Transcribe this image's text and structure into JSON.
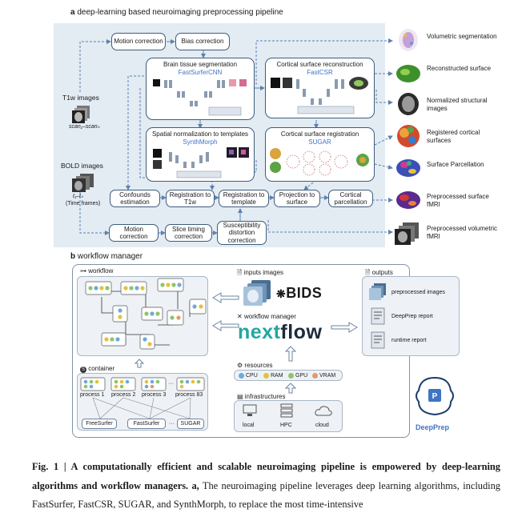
{
  "panel_a": {
    "title_letter": "a",
    "title": "deep-learning based neuroimaging preprocessing pipeline",
    "inputs": {
      "t1w": "T1w images",
      "t1w_scans": "scan₁–scanₙ",
      "bold": "BOLD images",
      "bold_frames": "t₁–tₙ",
      "bold_frames_note": "(Time frames)"
    },
    "steps": {
      "motion_correction_top": "Motion correction",
      "bias_correction": "Bias correction",
      "brain_tissue_seg": "Brain tissue segmentation",
      "fastsurfercnn": "FastSurferCNN",
      "cortical_recon": "Cortical surface reconstruction",
      "fastcsr": "FastCSR",
      "spatial_norm": "Spatial normalization to templates",
      "synthmorph": "SynthMorph",
      "cortical_reg": "Cortical surface registration",
      "sugar": "SUGAR",
      "confounds": "Confounds estimation",
      "reg_t1w": "Registration to T1w",
      "reg_template": "Registration to template",
      "projection": "Projection to surface",
      "cortical_parc": "Cortical parcellation",
      "motion_correction_bottom": "Motion correction",
      "slice_timing": "Slice timing correction",
      "susceptibility": "Susceptibility distortion correction"
    },
    "outputs": [
      "Volumetric segmentation",
      "Reconstructed surface",
      "Normalized structural images",
      "Registered cortical surfaces",
      "Surface Parcellation",
      "Preprocessed surface fMRI",
      "Preprocessed volumetric fMRI"
    ]
  },
  "panel_b": {
    "title_letter": "b",
    "title": "workflow manager",
    "workflow": "workflow",
    "container": "container",
    "processes": [
      "process 1",
      "process 2",
      "process 3",
      "···",
      "process 83"
    ],
    "tools": [
      "FreeSurfer",
      "FastSurfer",
      "···",
      "SUGAR"
    ],
    "inputs_images": "inputs images",
    "bids": "BIDS",
    "workflow_manager": "workflow manager",
    "nextflow_a": "next",
    "nextflow_b": "flow",
    "resources": "resources",
    "resource_items": [
      "CPU",
      "RAM",
      "GPU",
      "VRAM"
    ],
    "infrastructures": "infrastructures",
    "infra_items": [
      "local",
      "HPC",
      "cloud"
    ],
    "outputs": "outputs",
    "output_items": [
      "preprocessed images",
      "DeepPrep report",
      "runtime report"
    ],
    "deepprep": "DeepPrep"
  },
  "caption": {
    "fig": "Fig. 1 | A computationally efficient and scalable neuroimaging pipeline is empowered by deep-learning algorithms and workflow managers.",
    "a_label": "a,",
    "body": "The neuroimaging pipeline leverages deep learning algorithms, including FastSurfer, FastCSR, SUGAR, and SynthMorph, to replace the most time-intensive"
  },
  "colors": {
    "panel_bg": "#e3ebf3",
    "border": "#3f5d7c",
    "accent_blue": "#3f74c4",
    "arrow": "#5b82b0",
    "nextflow_teal": "#23a6a2"
  }
}
